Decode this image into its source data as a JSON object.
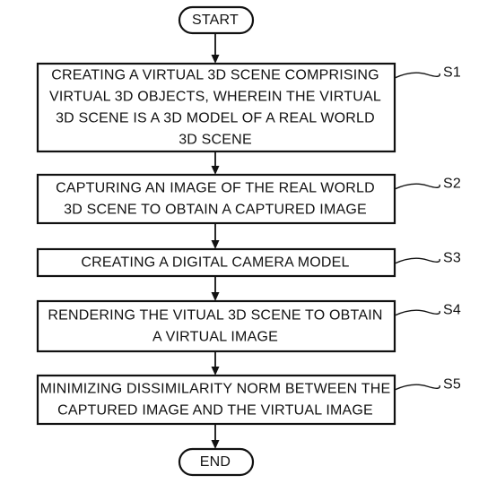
{
  "start_label": "START",
  "end_label": "END",
  "steps": [
    {
      "id": "S1",
      "lines": [
        "CREATING A VIRTUAL 3D SCENE COMPRISING",
        "VIRTUAL 3D OBJECTS, WHEREIN THE VIRTUAL",
        "3D SCENE IS A 3D MODEL OF A REAL WORLD",
        "3D SCENE"
      ]
    },
    {
      "id": "S2",
      "lines": [
        "CAPTURING AN IMAGE OF THE REAL WORLD",
        "3D SCENE TO OBTAIN A CAPTURED IMAGE"
      ]
    },
    {
      "id": "S3",
      "lines": [
        "CREATING A DIGITAL CAMERA MODEL"
      ]
    },
    {
      "id": "S4",
      "lines": [
        "RENDERING THE VITUAL 3D SCENE TO OBTAIN",
        "A VIRTUAL IMAGE"
      ]
    },
    {
      "id": "S5",
      "lines": [
        "MINIMIZING DISSIMILARITY NORM BETWEEN THE",
        "CAPTURED IMAGE AND THE VIRTUAL IMAGE"
      ]
    }
  ]
}
